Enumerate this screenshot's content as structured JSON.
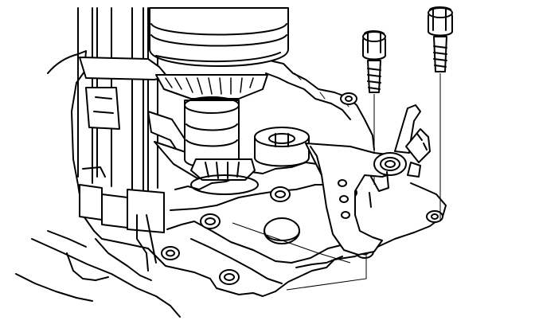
{
  "diagram": {
    "kind": "exploded line drawing",
    "parts": [
      {
        "id": "bolt-left",
        "icon": "bolt-icon"
      },
      {
        "id": "bolt-right",
        "icon": "bolt-icon"
      },
      {
        "id": "bracket",
        "icon": "bracket-icon"
      },
      {
        "id": "shift-rods",
        "icon": "rod-icon"
      },
      {
        "id": "gear-shaft",
        "icon": "shaft-icon"
      },
      {
        "id": "transmission-case",
        "icon": "housing-icon"
      }
    ],
    "colors": {
      "line": "#000000",
      "background": "#ffffff"
    }
  }
}
